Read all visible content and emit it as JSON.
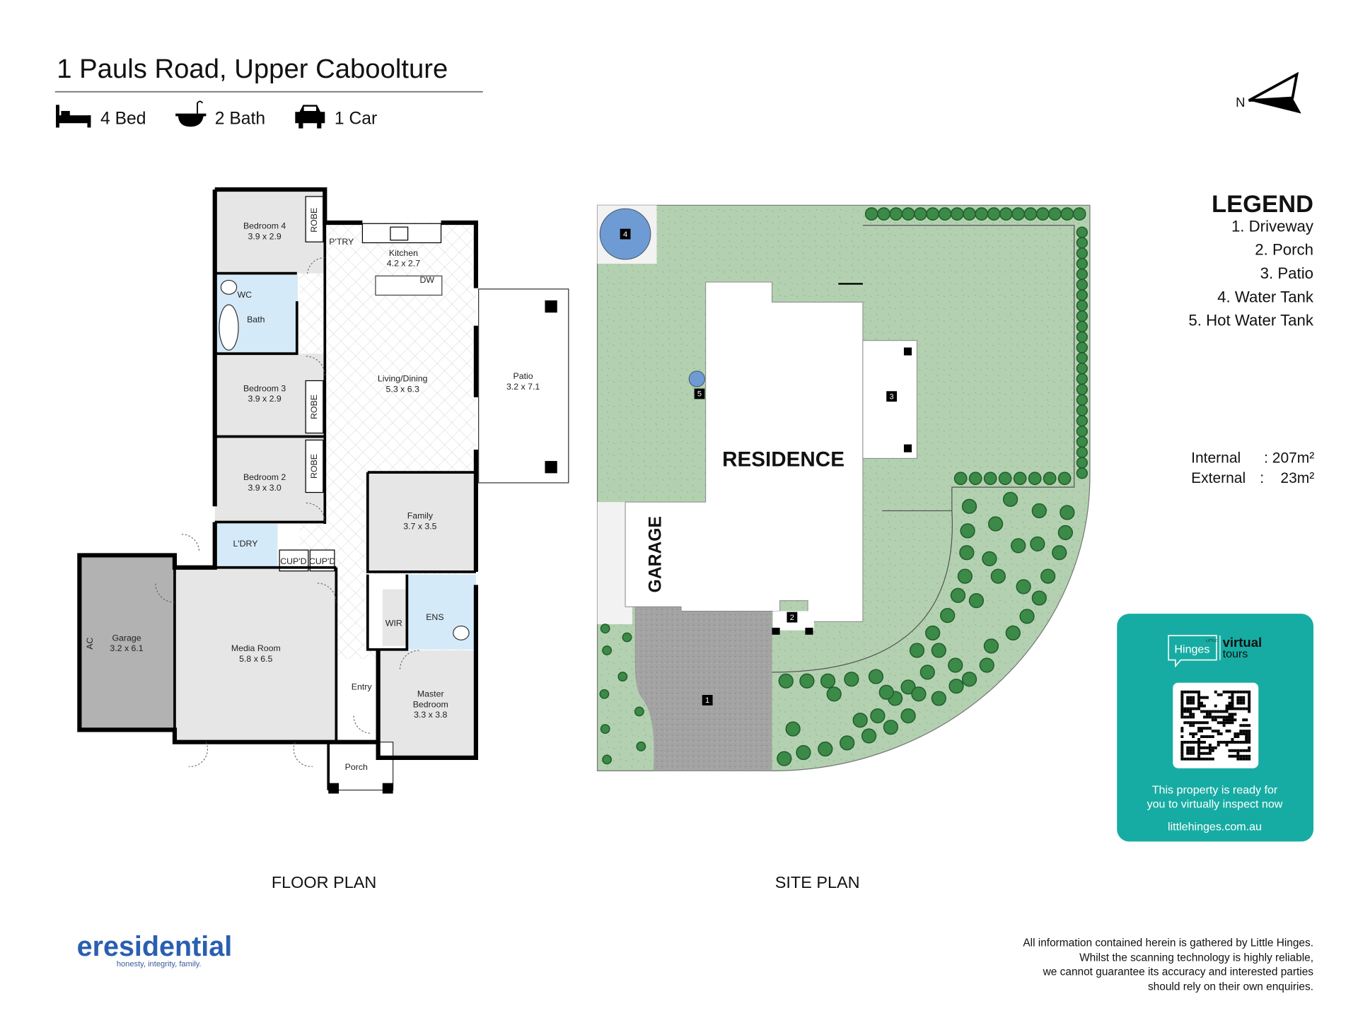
{
  "header": {
    "title": "1 Pauls Road, Upper Caboolture",
    "features": [
      {
        "icon": "bed-icon",
        "label": "4 Bed"
      },
      {
        "icon": "bath-icon",
        "label": "2 Bath"
      },
      {
        "icon": "car-icon",
        "label": "1 Car"
      }
    ]
  },
  "compass": {
    "label": "N"
  },
  "legend": {
    "title": "LEGEND",
    "items": [
      "1. Driveway",
      "2. Porch",
      "3. Patio",
      "4. Water Tank",
      "5. Hot Water Tank"
    ]
  },
  "areas": {
    "internal_label": "Internal",
    "internal_value": ": 207m²",
    "external_label": "External",
    "external_value": ":    23m²"
  },
  "floor_plan": {
    "caption": "FLOOR PLAN",
    "rooms": {
      "bed4": {
        "name": "Bedroom 4",
        "size": "3.9 x 2.9"
      },
      "kitchen": {
        "name": "Kitchen",
        "size": "4.2 x 2.7"
      },
      "bed3": {
        "name": "Bedroom 3",
        "size": "3.9 x 2.9"
      },
      "living": {
        "name": "Living/Dining",
        "size": "5.3 x 6.3"
      },
      "patio": {
        "name": "Patio",
        "size": "3.2 x 7.1"
      },
      "bed2": {
        "name": "Bedroom 2",
        "size": "3.9 x 3.0"
      },
      "family": {
        "name": "Family",
        "size": "3.7 x 3.5"
      },
      "garage": {
        "name": "Garage",
        "size": "3.2 x 6.1"
      },
      "media": {
        "name": "Media Room",
        "size": "5.8 x 6.5"
      },
      "master": {
        "name": "Master",
        "name2": "Bedroom",
        "size": "3.3 x 3.8"
      }
    },
    "labels": {
      "robe": "ROBE",
      "pantry": "P'TRY",
      "dw": "DW",
      "wc": "WC",
      "bath": "Bath",
      "laundry": "L'DRY",
      "cupd": "CUP'D",
      "ac": "AC",
      "wir": "WIR",
      "ens": "ENS",
      "entry": "Entry",
      "porch": "Porch"
    }
  },
  "site_plan": {
    "caption": "SITE PLAN",
    "residence": "RESIDENCE",
    "garage": "GARAGE",
    "markers": [
      "1",
      "2",
      "3",
      "4",
      "5"
    ]
  },
  "virtual_tour_card": {
    "brand_small": "LITTLE",
    "brand": "Hinges",
    "product_line1": "virtual",
    "product_line2": "tours",
    "message_line1": "This property is ready for",
    "message_line2": "you to virtually inspect now",
    "url": "littlehinges.com.au",
    "color": "#17aca3"
  },
  "agency_logo": {
    "name": "eresidential",
    "tagline": "honesty, integrity, family."
  },
  "disclaimer": [
    "All information contained herein is gathered by Little Hinges.",
    "Whilst the scanning technology is highly reliable,",
    "we cannot guarantee its accuracy and interested parties",
    "should rely on their own enquiries."
  ]
}
